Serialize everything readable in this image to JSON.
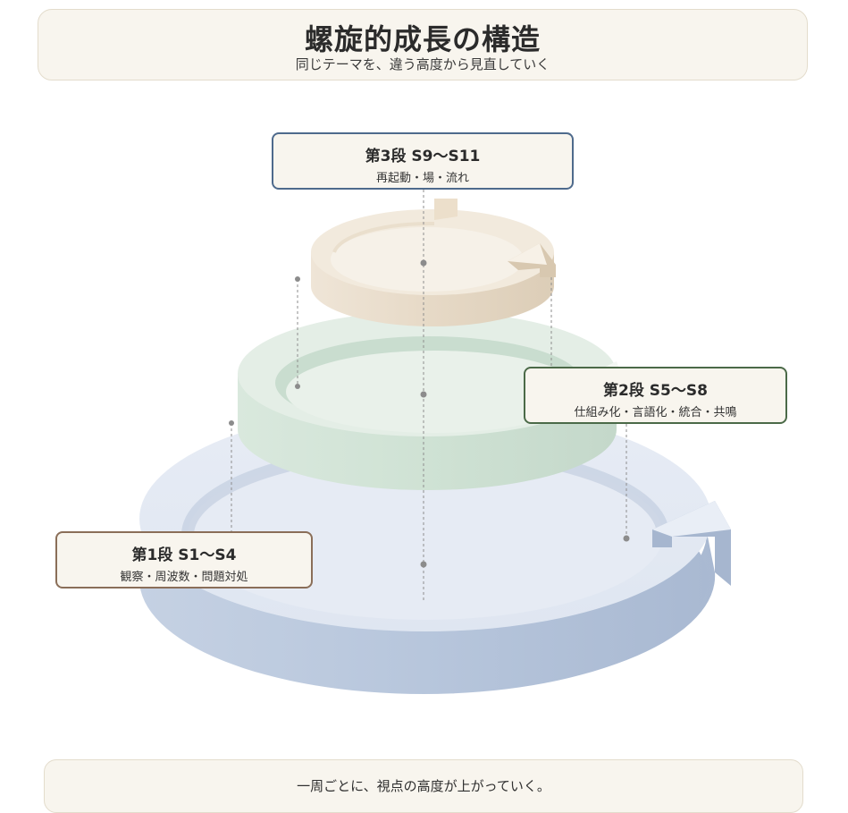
{
  "header": {
    "title": "螺旋的成長の構造",
    "subtitle": "同じテーマを、違う高度から見直していく"
  },
  "stages": [
    {
      "id": "stage-3",
      "title": "第3段  S9〜S11",
      "description": "再起動・場・流れ",
      "border_color": "#4e6a8c",
      "ring_color": "#e8dccb"
    },
    {
      "id": "stage-2",
      "title": "第2段  S5〜S8",
      "description": "仕組み化・言語化・統合・共鳴",
      "border_color": "#4b6a48",
      "ring_color": "#cfe0d3"
    },
    {
      "id": "stage-1",
      "title": "第1段  S1〜S4",
      "description": "観察・周波数・問題対処",
      "border_color": "#8a6e58",
      "ring_color": "#b9c7dc"
    }
  ],
  "footer": {
    "text": "一周ごとに、視点の高度が上がっていく。"
  }
}
